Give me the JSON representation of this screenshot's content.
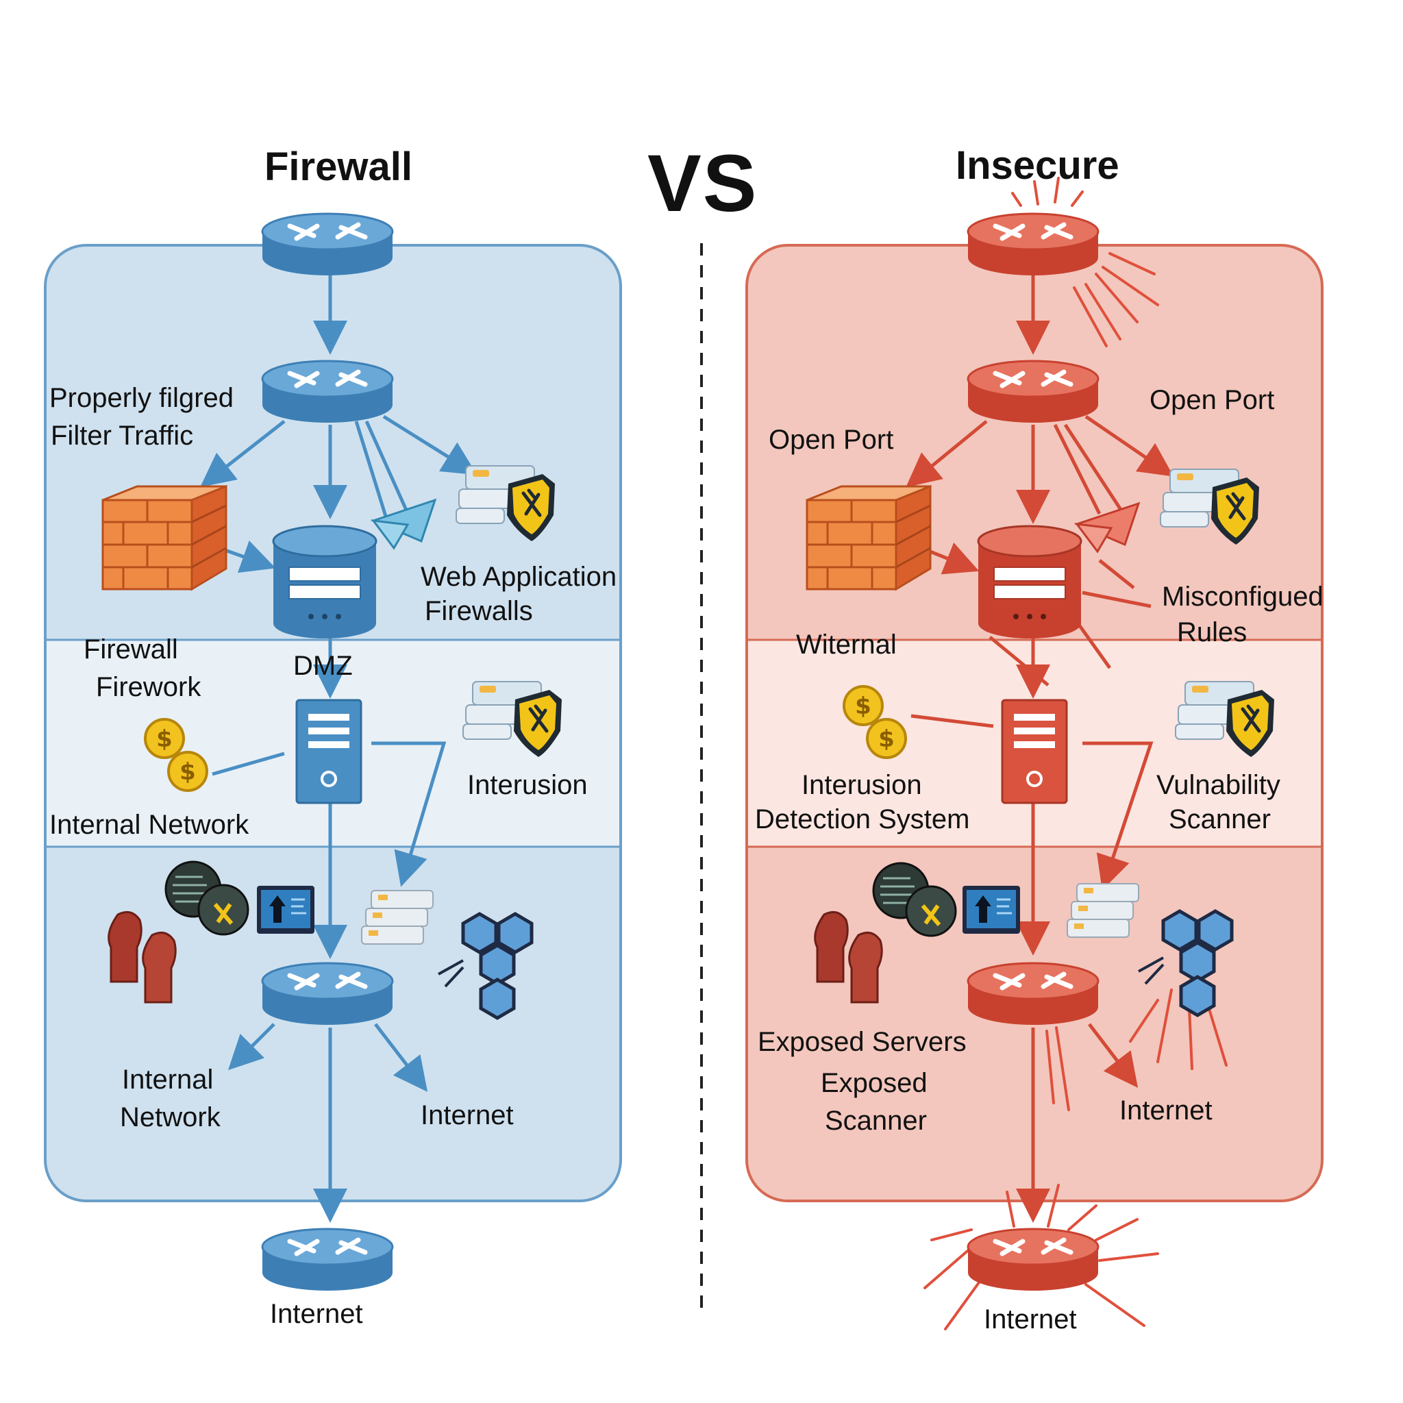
{
  "headings": {
    "left": "Firewall",
    "vs": "VS",
    "right": "Insecure"
  },
  "left_labels": {
    "properly_line1": "Properly filgred",
    "properly_line2": "Filter Traffic",
    "waf_line1": "Web Application",
    "waf_line2": "Firewalls",
    "firewall_line1": "Firewall",
    "firewall_line2": "Firework",
    "dmz": "DMZ",
    "interusion": "Interusion",
    "internal_network_mid": "Internal Network",
    "internal_network_line1": "Internal",
    "internal_network_line2": "Network",
    "internet_inner": "Internet",
    "internet_bottom": "Internet"
  },
  "right_labels": {
    "open_port_left": "Open Port",
    "open_port_right": "Open Port",
    "misconf_line1": "Misconfigued",
    "misconf_line2": "Rules",
    "witernal": "Witernal",
    "ids_line1": "Interusion",
    "ids_line2": "Detection System",
    "vuln_line1": "Vulnability",
    "vuln_line2": "Scanner",
    "exposed_servers": "Exposed Servers",
    "exposed_scanner_line1": "Exposed",
    "exposed_scanner_line2": "Scanner",
    "internet_inner": "Internet",
    "internet_bottom": "Internet"
  },
  "colors": {
    "secure_panel": "#cfe1ef",
    "secure_stroke": "#6a9fc9",
    "secure_device": "#4a8fc4",
    "secure_arrow": "#4a8fc4",
    "insecure_panel": "#f3c7bd",
    "insecure_stroke": "#d66a55",
    "insecure_device": "#d9533f",
    "insecure_arrow": "#d34a36",
    "brick": "#e8703a",
    "shield": "#f2c418",
    "coin": "#e9b41c"
  }
}
